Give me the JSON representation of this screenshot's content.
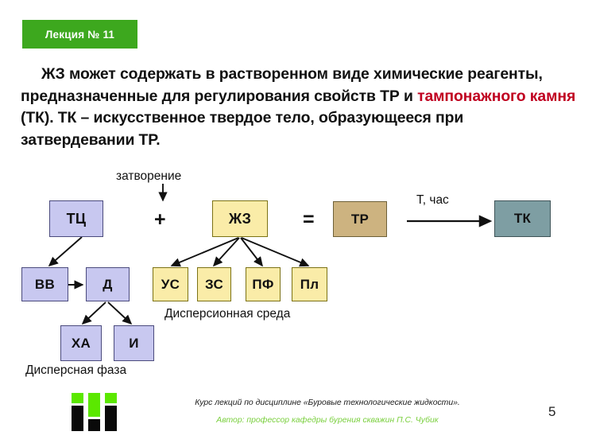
{
  "header": {
    "badge_label": "Лекция № 11",
    "badge_color": "#3DA81E"
  },
  "body": {
    "segments": [
      {
        "text": "ЖЗ может содержать в растворенном виде химические реагенты, предназначенные для регулирования свойств ТР и ",
        "highlight": false
      },
      {
        "text": "тампонажного камня",
        "highlight": true
      },
      {
        "text": " (ТК). ТК – искусственное твердое тело, образующееся при затвердевании ТР.",
        "highlight": false
      }
    ],
    "highlight_color": "#C00020"
  },
  "diagram": {
    "labels": {
      "hydration": "затворение",
      "time": "Т, час",
      "dispersion_medium": "Дисперсионная среда",
      "dispersed_phase": "Дисперсная фаза",
      "plus": "+",
      "equals": "="
    },
    "boxes": [
      {
        "id": "tc",
        "text": "ТЦ",
        "color": "#C8C8F0"
      },
      {
        "id": "zhz",
        "text": "ЖЗ",
        "color": "#FAECA8"
      },
      {
        "id": "tr",
        "text": "ТР",
        "color": "#CDB380"
      },
      {
        "id": "tk",
        "text": "ТК",
        "color": "#7E9EA3"
      },
      {
        "id": "vv",
        "text": "ВВ",
        "color": "#C8C8F0"
      },
      {
        "id": "d",
        "text": "Д",
        "color": "#C8C8F0"
      },
      {
        "id": "ha",
        "text": "ХА",
        "color": "#C8C8F0"
      },
      {
        "id": "i",
        "text": "И",
        "color": "#C8C8F0"
      },
      {
        "id": "us",
        "text": "УС",
        "color": "#FAECA8"
      },
      {
        "id": "zs",
        "text": "ЗС",
        "color": "#FAECA8"
      },
      {
        "id": "pf",
        "text": "ПФ",
        "color": "#FAECA8"
      },
      {
        "id": "pl",
        "text": "Пл",
        "color": "#FAECA8"
      }
    ]
  },
  "footer": {
    "course_line": "Курс лекций по дисциплине «Буровые технологические жидкости».",
    "author_line": "Автор: профессор кафедры бурения скважин  П.С. Чубик",
    "author_color": "#7ACF3E",
    "page_number": "5"
  }
}
